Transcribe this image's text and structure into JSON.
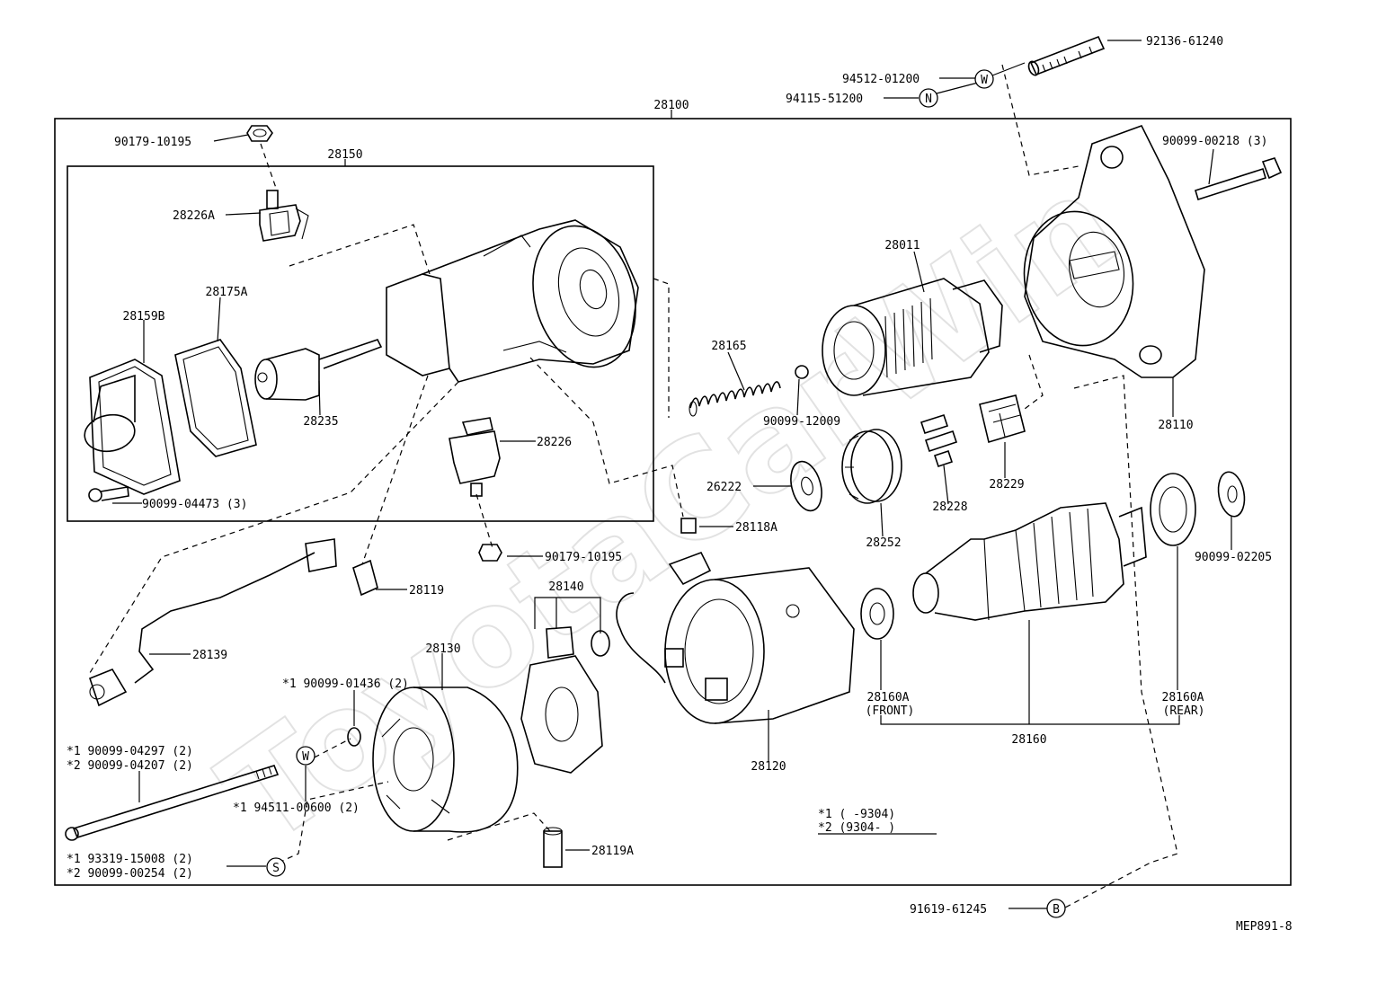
{
  "watermark": "ToyotaCarWin",
  "drawing_id": "MEP891-8",
  "assembly_label": "28100",
  "subassembly_label": "28150",
  "parts": {
    "p92136_61240": "92136-61240",
    "p94512_01200": "94512-01200",
    "p94115_51200": "94115-51200",
    "p90099_00218": "90099-00218 (3)",
    "p90179_10195_top": "90179-10195",
    "p28226A": "28226A",
    "p28011": "28011",
    "p28159B": "28159B",
    "p28175A": "28175A",
    "p28165": "28165",
    "p28235": "28235",
    "p90099_12009": "90099-12009",
    "p28110": "28110",
    "p28226": "28226",
    "p26222": "26222",
    "p28228": "28228",
    "p28229": "28229",
    "p90099_04473": "90099-04473 (3)",
    "p28118A": "28118A",
    "p28252": "28252",
    "p90099_02205": "90099-02205",
    "p90179_10195_mid": "90179-10195",
    "p28119": "28119",
    "p28140": "28140",
    "p28139": "28139",
    "p28130": "28130",
    "p90099_01436": "*1  90099-01436 (2)",
    "p28160A_front": "28160A",
    "front_note": "(FRONT)",
    "p28160A_rear": "28160A",
    "rear_note": "(REAR)",
    "p28160": "28160",
    "p28120": "28120",
    "p90099_04297": "*1  90099-04297 (2)",
    "p90099_04207": "*2  90099-04207 (2)",
    "p94511_00600": "*1  94511-00600 (2)",
    "p28119A": "28119A",
    "p93319_15008": "*1  93319-15008 (2)",
    "p90099_00254": "*2  90099-00254 (2)",
    "p91619_61245": "91619-61245",
    "note1": "*1  (      -9304)",
    "note2": "*2  (9304-      )"
  },
  "markers": {
    "w": "W",
    "n": "N",
    "s": "S",
    "b": "B"
  }
}
